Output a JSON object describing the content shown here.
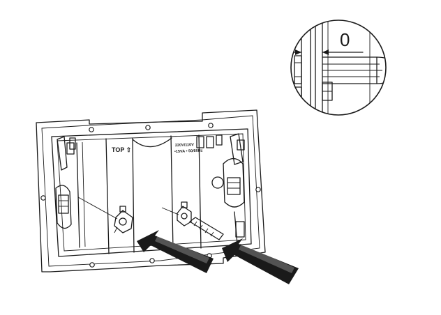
{
  "figure": {
    "detail_gap_label": "0",
    "panel_top_label": "TOP ⇧",
    "module_label_line1": "220V/110V",
    "module_label_line2": "•15VA • 50/60Hz"
  },
  "icons": {
    "arrow_left": "insert-arrow-icon",
    "arrow_right": "insert-arrow-icon"
  }
}
